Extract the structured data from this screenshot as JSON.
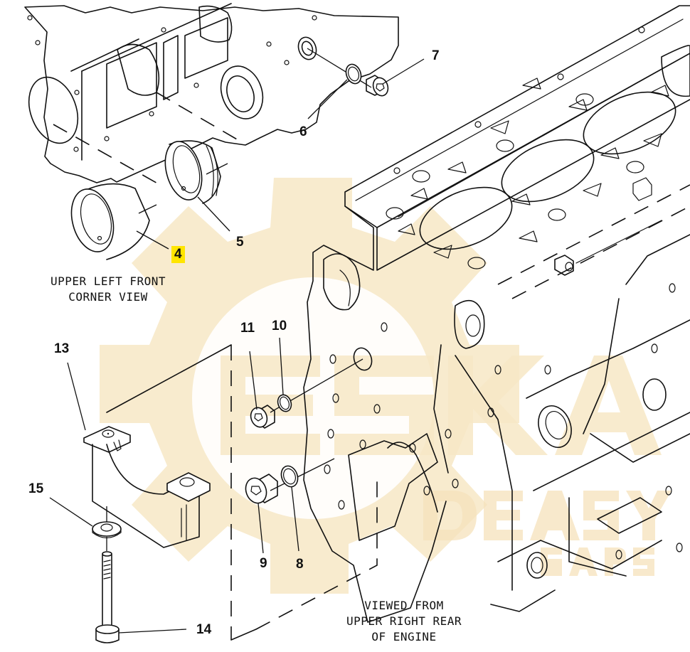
{
  "diagram": {
    "title": "Cylinder block components",
    "watermark": {
      "text_main": "ESKA",
      "text_secondary": "DEASYGA",
      "text_tertiary": "PARTS",
      "color": "#f7e7c6"
    },
    "line_color": "#111111",
    "highlight_color": "#ffe500",
    "callouts": [
      {
        "id": "4",
        "label": "4",
        "highlighted": true
      },
      {
        "id": "5",
        "label": "5",
        "highlighted": false
      },
      {
        "id": "6",
        "label": "6",
        "highlighted": false
      },
      {
        "id": "7",
        "label": "7",
        "highlighted": false
      },
      {
        "id": "8",
        "label": "8",
        "highlighted": false
      },
      {
        "id": "9",
        "label": "9",
        "highlighted": false
      },
      {
        "id": "10",
        "label": "10",
        "highlighted": false
      },
      {
        "id": "11",
        "label": "11",
        "highlighted": false
      },
      {
        "id": "13",
        "label": "13",
        "highlighted": false
      },
      {
        "id": "14",
        "label": "14",
        "highlighted": false
      },
      {
        "id": "15",
        "label": "15",
        "highlighted": false
      }
    ],
    "captions": {
      "upper_left": "UPPER LEFT FRONT\nCORNER VIEW",
      "rear": "VIEWED FROM\nUPPER RIGHT REAR\nOF ENGINE"
    }
  }
}
